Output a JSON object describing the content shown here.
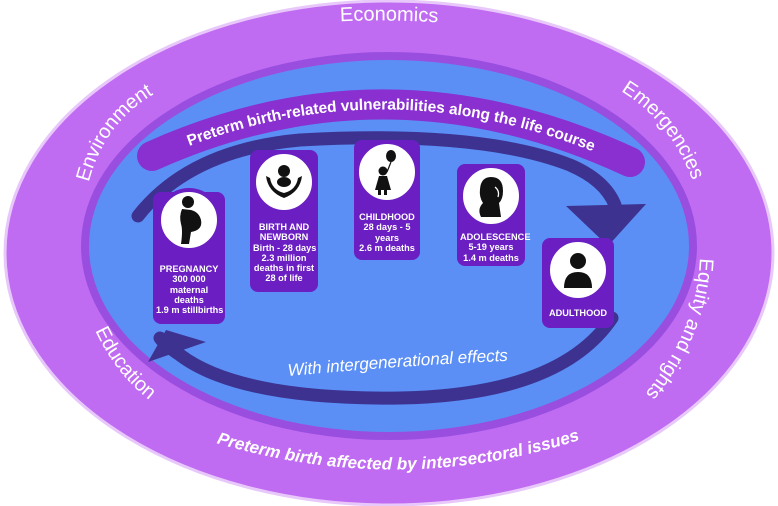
{
  "outer_sectors": {
    "economics": "Economics",
    "environment": "Environment",
    "emergencies": "Emergencies",
    "equity": "Equity and rights",
    "education": "Education"
  },
  "banner_title": "Preterm birth-related vulnerabilities along the life course",
  "inner_caption": "With intergenerational effects",
  "bottom_caption": "Preterm birth affected by intersectoral issues",
  "stages": {
    "pregnancy": {
      "icon": "pregnant-woman-icon",
      "lines": [
        "PREGNANCY",
        "300 000",
        "maternal",
        "deaths",
        "1.9 m stillbirths"
      ]
    },
    "birth": {
      "icon": "hands-holding-baby-icon",
      "lines": [
        "BIRTH AND",
        "NEWBORN",
        "Birth - 28 days",
        "2.3 million",
        "deaths in first",
        "28 of life"
      ]
    },
    "childhood": {
      "icon": "child-with-balloon-icon",
      "lines": [
        "CHILDHOOD",
        "28 days - 5",
        "years",
        "2.6 m deaths"
      ]
    },
    "adolescence": {
      "icon": "girl-profile-icon",
      "lines": [
        "ADOLESCENCE",
        "5-19 years",
        "1.4 m deaths"
      ]
    },
    "adulthood": {
      "icon": "adult-person-icon",
      "lines": [
        "ADULTHOOD"
      ]
    }
  },
  "colors": {
    "outer_ring": "#c06cf2",
    "inner_field": "#5b8ff5",
    "arrow": "#3d3290",
    "card": "#6b1fc2",
    "banner": "#8a2fd0"
  }
}
